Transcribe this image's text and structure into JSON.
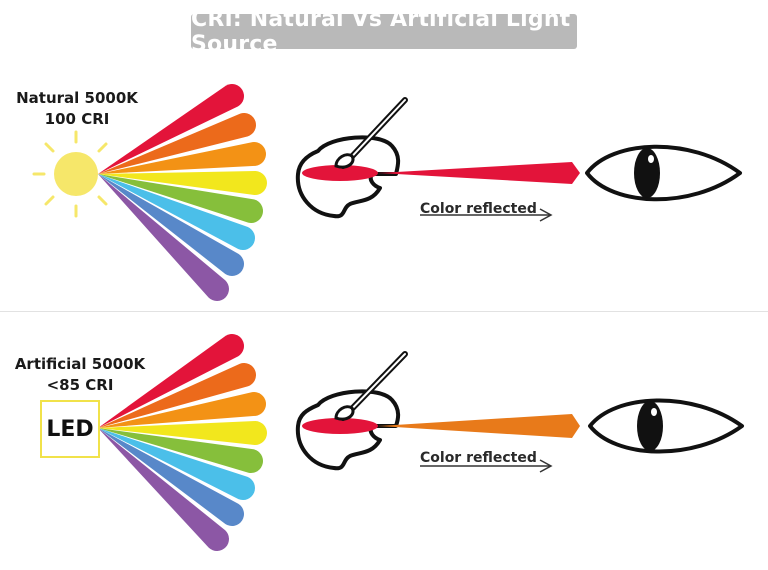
{
  "title": "CRI: Natural Vs Artificial Light Source",
  "colors": {
    "spectrum": [
      "#e3143a",
      "#ec6a1b",
      "#f39215",
      "#f2e71d",
      "#86bf3b",
      "#4bbfe9",
      "#5888c9",
      "#8c57a5"
    ],
    "sun": "#f6e76a",
    "paint_red": "#e3143a",
    "beam_natural": "#e3143a",
    "beam_artificial": "#e87a1a",
    "title_bg": "#b9b9b9",
    "led_border": "#f1e24a"
  },
  "natural": {
    "label_line1": "Natural 5000K",
    "label_line2": "100 CRI",
    "source_icon": "sun-icon",
    "reflected_label": "Color reflected"
  },
  "artificial": {
    "label_line1": "Artificial 5000K",
    "label_line2": "<85 CRI",
    "source_text": "LED",
    "reflected_label": "Color reflected"
  }
}
